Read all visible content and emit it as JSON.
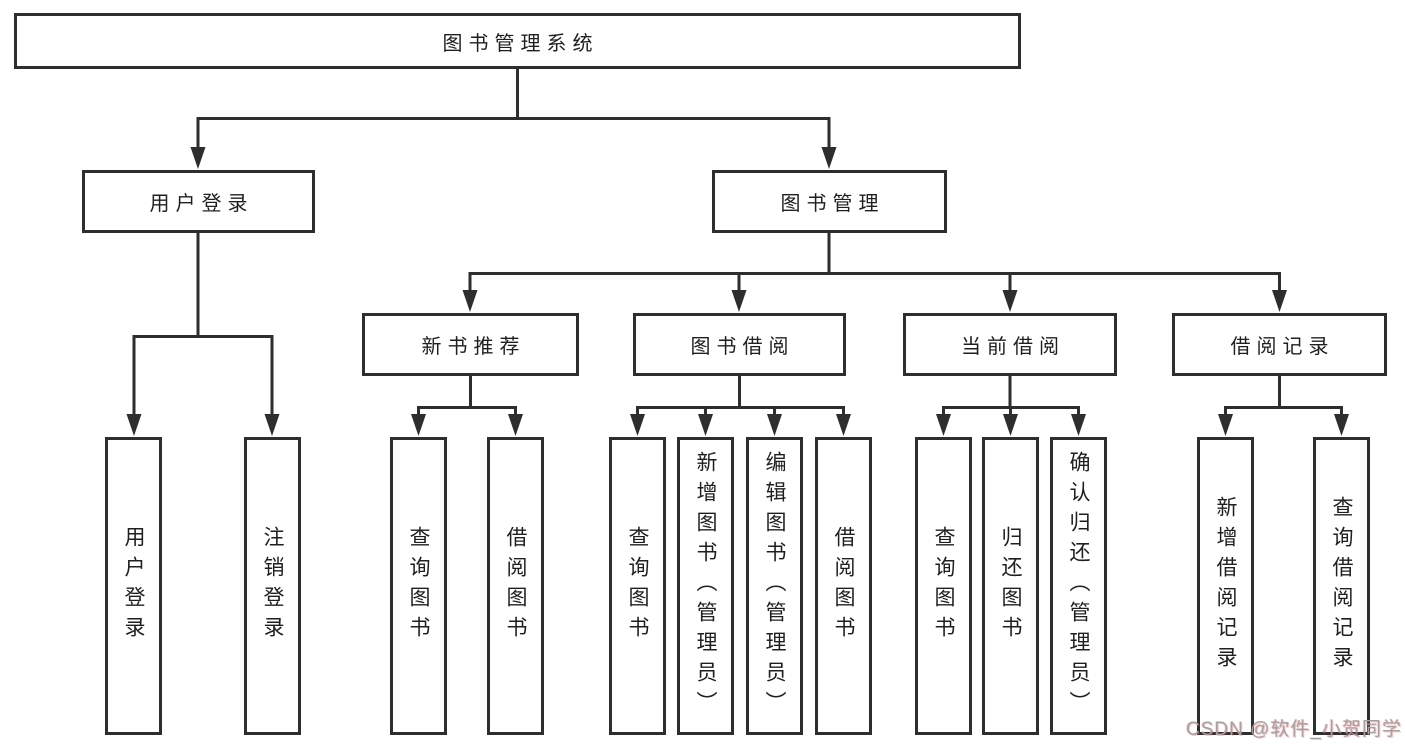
{
  "nodes": {
    "root": "图书管理系统",
    "user_login": "用户登录",
    "book_mgmt": "图书管理",
    "new_books": "新书推荐",
    "book_borrow": "图书借阅",
    "current_borrow": "当前借阅",
    "borrow_records": "借阅记录"
  },
  "leaves": {
    "user_login": [
      "用户登录",
      "注销登录"
    ],
    "new_books": [
      "查询图书",
      "借阅图书"
    ],
    "book_borrow": [
      "查询图书",
      "新增图书（管理员）",
      "编辑图书（管理员）",
      "借阅图书"
    ],
    "current_borrow": [
      "查询图书",
      "归还图书",
      "确认归还（管理员）"
    ],
    "borrow_records": [
      "新增借阅记录",
      "查询借阅记录"
    ]
  },
  "watermark": "CSDN @软件_小贺同学",
  "colors": {
    "line": "#2e2e2e",
    "text": "#1f1f1f",
    "background": "#ffffff",
    "watermark": "#a89f9f"
  }
}
